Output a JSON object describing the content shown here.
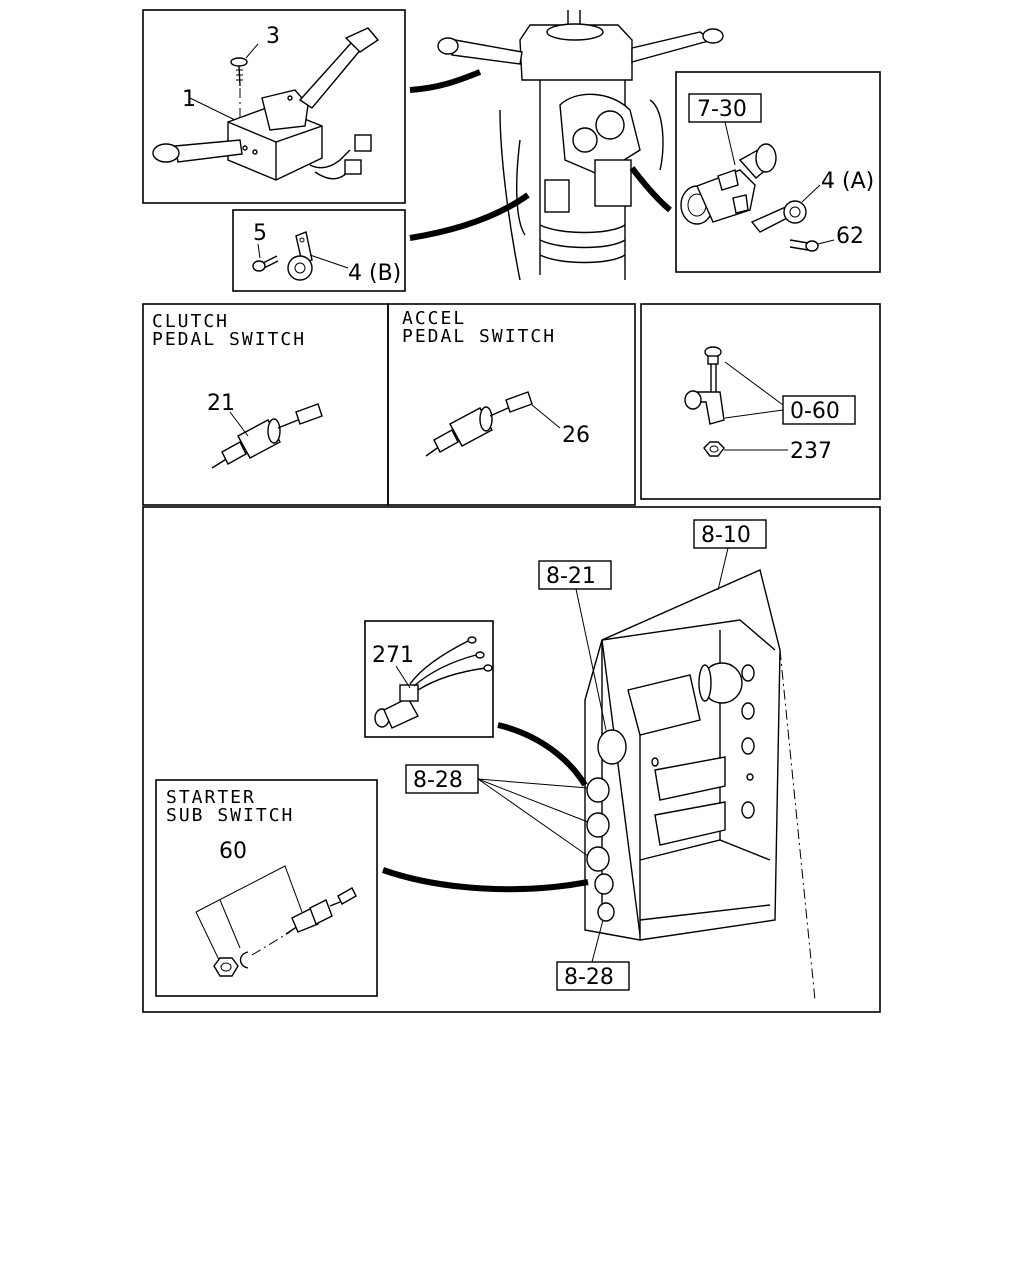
{
  "panels": {
    "clutch": {
      "title_line1": "CLUTCH",
      "title_line2": "PEDAL SWITCH"
    },
    "accel": {
      "title_line1": "ACCEL",
      "title_line2": "PEDAL SWITCH"
    },
    "starter": {
      "title_line1": "STARTER",
      "title_line2": "SUB SWITCH"
    }
  },
  "callouts": {
    "c3": "3",
    "c1": "1",
    "c5": "5",
    "c4b": "4 (B)",
    "c7_30": "7-30",
    "c4a": "4 (A)",
    "c62": "62",
    "c21": "21",
    "c26": "26",
    "c0_60": "0-60",
    "c237": "237",
    "c8_10": "8-10",
    "c8_21": "8-21",
    "c271": "271",
    "c8_28_top": "8-28",
    "c8_28_bottom": "8-28",
    "c60": "60"
  }
}
